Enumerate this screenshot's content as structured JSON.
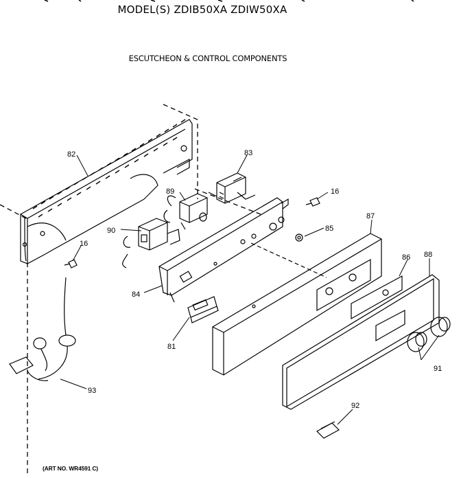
{
  "header": {
    "title": "MODEL(S) ZDIB50XA  ZDIW50XA",
    "subtitle": "ESCUTCHEON & CONTROL COMPONENTS"
  },
  "callouts": {
    "c81": "81",
    "c82": "82",
    "c83": "83",
    "c84": "84",
    "c85": "85",
    "c86": "86",
    "c87": "87",
    "c88": "88",
    "c89": "89",
    "c90": "90",
    "c91": "91",
    "c92": "92",
    "c93": "93",
    "c16a": "16",
    "c16b": "16"
  },
  "footer": {
    "art_no": "(ART NO. WR4591 C)"
  }
}
